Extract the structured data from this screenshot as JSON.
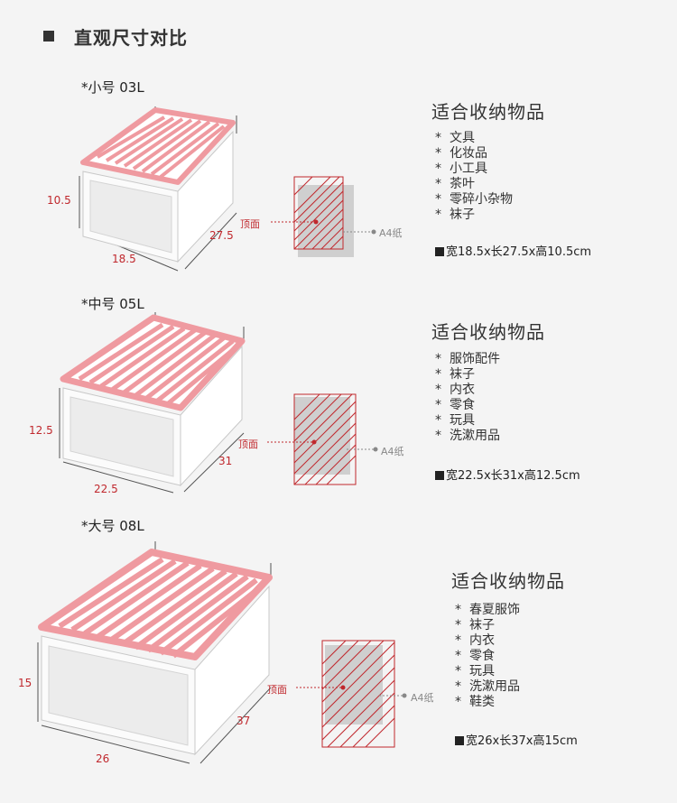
{
  "header": {
    "title": "直观尺寸对比"
  },
  "common": {
    "suit_title": "适合收纳物品",
    "top_label": "顶面",
    "a4_label": "A4纸",
    "star": "*"
  },
  "sections": [
    {
      "size_label": "*小号 03L",
      "height": "10.5",
      "width": "18.5",
      "depth": "27.5",
      "items": [
        "文具",
        "化妆品",
        "小工具",
        "茶叶",
        "零碎小杂物",
        "袜子"
      ],
      "spec": "宽18.5x长27.5x高10.5cm"
    },
    {
      "size_label": "*中号 05L",
      "height": "12.5",
      "width": "22.5",
      "depth": "31",
      "items": [
        "服饰配件",
        "袜子",
        "内衣",
        "零食",
        "玩具",
        "洗漱用品"
      ],
      "spec": "宽22.5x长31x高12.5cm"
    },
    {
      "size_label": "*大号 08L",
      "height": "15",
      "width": "26",
      "depth": "37",
      "items": [
        "春夏服饰",
        "袜子",
        "内衣",
        "零食",
        "玩具",
        "洗漱用品",
        "鞋类"
      ],
      "spec": "宽26x长37x高15cm"
    }
  ],
  "colors": {
    "accent_red": "#c0282d",
    "lid_pink": "#ef9aa0",
    "a4_gray": "#cfcfcf"
  }
}
